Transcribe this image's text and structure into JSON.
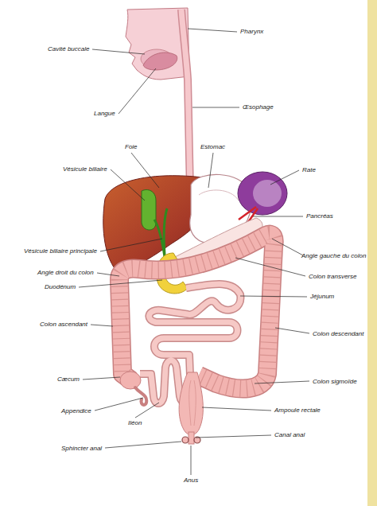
{
  "diagram": {
    "labels": [
      "Pharynx",
      "Cavité buccale",
      "Langue",
      "Œsophage",
      "Foie",
      "Estomac",
      "Rate",
      "Vésicule biliaire",
      "Pancréas",
      "Vésicule biliaire principale",
      "Angle gauche du colon",
      "Angle droit du colon",
      "Colon transverse",
      "Duodénum",
      "Jéjunum",
      "Colon ascendant",
      "Colon descendant",
      "Cæcum",
      "Colon sigmoïde",
      "Appendice",
      "Ampoule rectale",
      "Iléon",
      "Canal anal",
      "Sphincter anal",
      "Anus"
    ]
  }
}
